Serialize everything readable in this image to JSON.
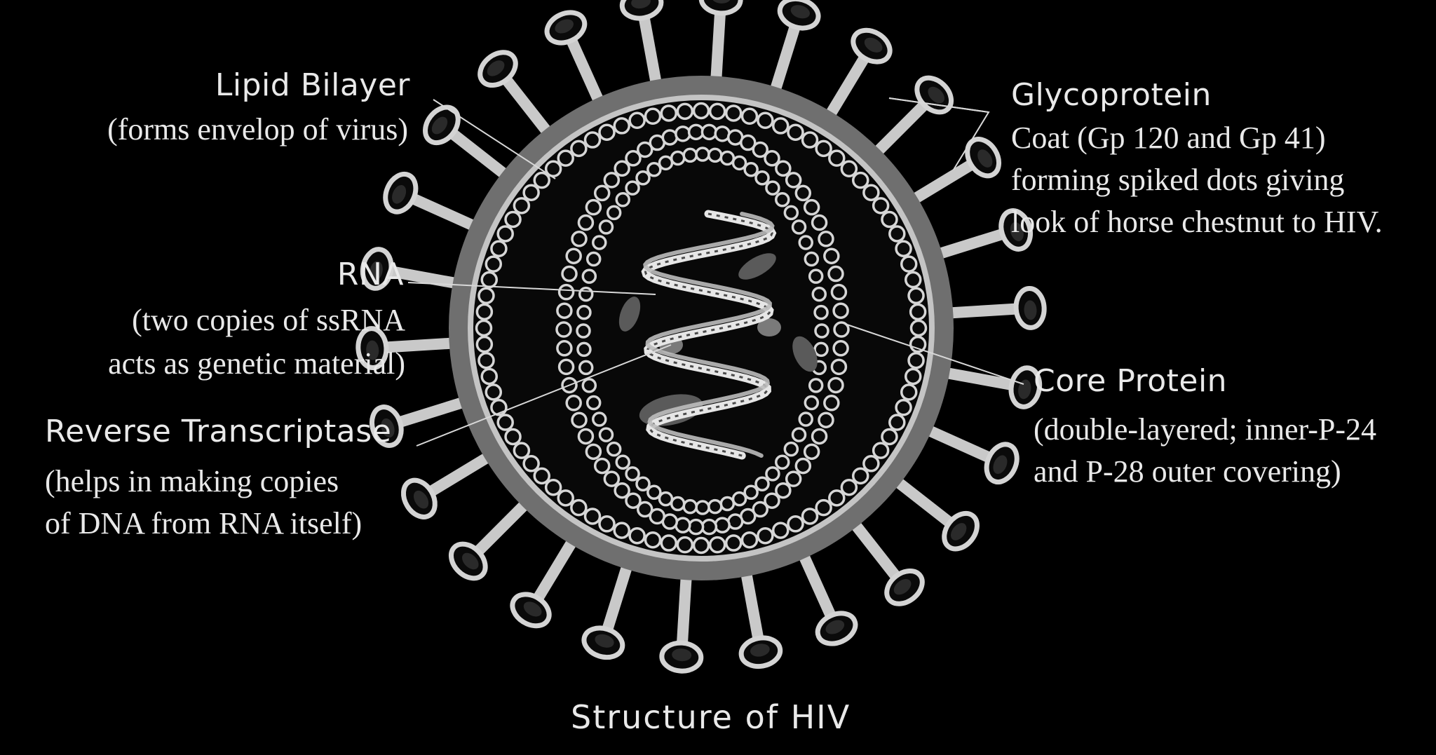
{
  "labels": {
    "lipid_title": "Lipid Bilayer",
    "lipid_desc": "(forms envelop of virus)",
    "glyco_title": "Glycoprotein",
    "glyco_desc_1": "Coat (Gp 120 and Gp 41)",
    "glyco_desc_2": "forming spiked dots giving",
    "glyco_desc_3": "look of horse chestnut to HIV.",
    "rna_title": "RNA",
    "rna_desc_1": "(two copies of ssRNA",
    "rna_desc_2": "acts as genetic material)",
    "core_title": "Core Protein",
    "core_desc_1": "(double-layered; inner-P-24",
    "core_desc_2": "and P-28 outer covering)",
    "rt_title": "Reverse Transcriptase",
    "rt_desc_1": "(helps in making copies",
    "rt_desc_2": "of DNA from RNA itself)",
    "caption": "Structure of HIV"
  },
  "colors": {
    "background": "#000000",
    "envelope_outer": "#6f6f6f",
    "envelope_inner": "#c4c4c4",
    "beads": "#d9d9d9",
    "text": "#e9e9e9"
  }
}
